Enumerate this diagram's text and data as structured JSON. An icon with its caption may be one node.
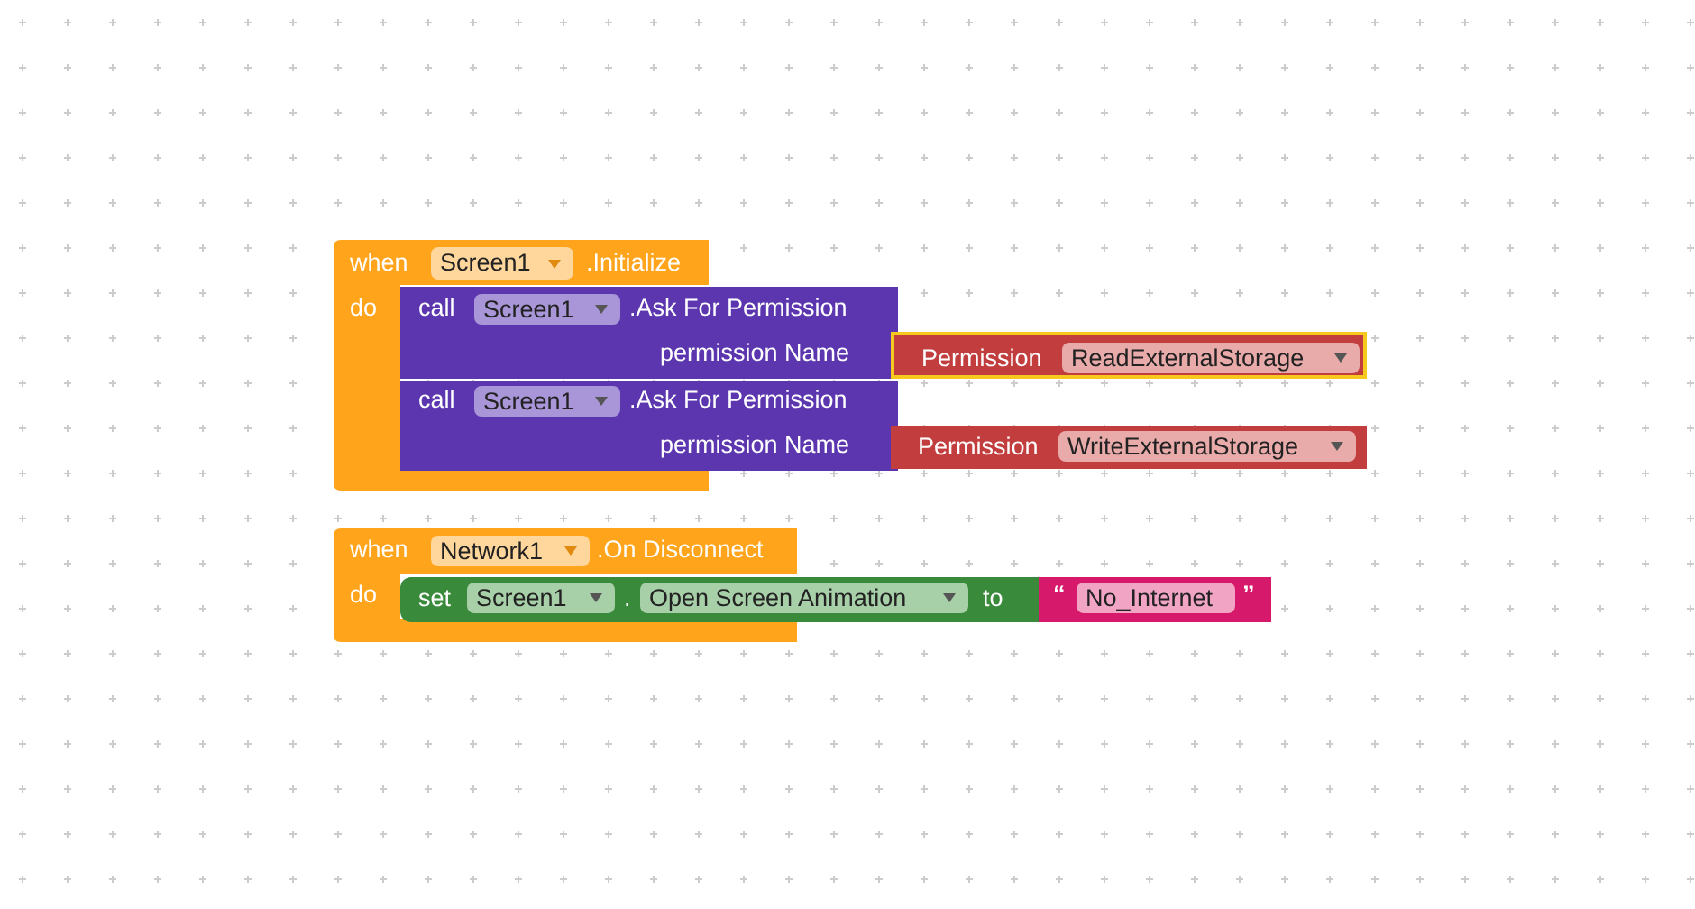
{
  "diagram": {
    "nodes": [
      {
        "text": [
          "when",
          ".Initialize",
          "do"
        ]
      },
      {
        "text": [
          "Screen1"
        ],
        "in": 0
      },
      {
        "text": [
          "call",
          ".Ask For Permission",
          "permission Name"
        ]
      },
      {
        "text": [
          "Screen1"
        ],
        "in": 2
      },
      {
        "text": [
          "Permission"
        ]
      },
      {
        "text": [
          "ReadExternalStorage"
        ],
        "in": 4
      },
      {
        "text": [
          "call",
          ".Ask For Permission",
          "permission Name"
        ]
      },
      {
        "text": [
          "Screen1"
        ],
        "in": 6
      },
      {
        "text": [
          "Permission"
        ]
      },
      {
        "text": [
          "WriteExternalStorage"
        ],
        "in": 8
      },
      {
        "text": [
          "when",
          ".On Disconnect",
          "do"
        ]
      },
      {
        "text": [
          "Network1"
        ],
        "in": 10
      },
      {
        "text": [
          "set",
          ".",
          "to"
        ]
      },
      {
        "text": [
          "Screen1"
        ],
        "in": 12
      },
      {
        "text": [
          "Open Screen Animation"
        ],
        "in": 12
      },
      {
        "text": [
          "“",
          "”"
        ]
      },
      {
        "text": [
          "No_Internet"
        ],
        "in": 15
      }
    ]
  }
}
